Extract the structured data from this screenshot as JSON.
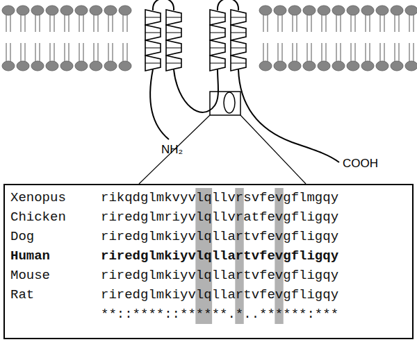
{
  "diagram": {
    "nodes": [
      {
        "text": [
          "Xenopus",
          "rikqdglmkvyvlqllvrsvfevgflmgqy",
          "Chicken",
          "riredglmriyvlqllvratfevgfligqy",
          "Dog",
          "riredglmkiyvlqllartvfevgfligqy",
          "Human",
          "riredglmkiyvlqllartvfevgfligqy",
          "Mouse",
          "riredglmkiyvlqllartvfevgfligqy",
          "Rat",
          "riredglmkiyvlqllartvfevgfligqy",
          "**::****::******.*..******:***"
        ]
      }
    ],
    "labels": [
      "NH₂",
      "COOH"
    ]
  }
}
